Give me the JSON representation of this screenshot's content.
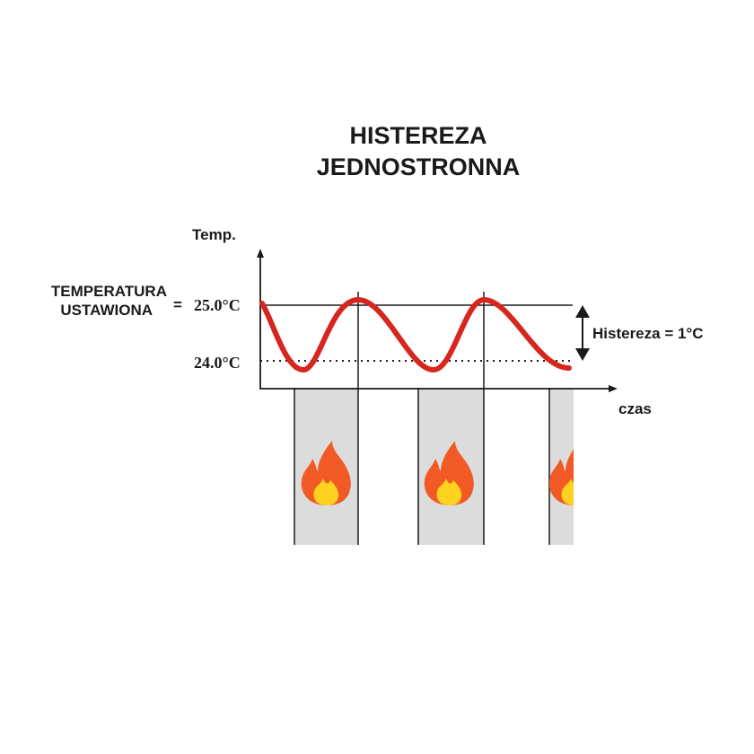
{
  "title": {
    "line1": "HISTEREZA",
    "line2": "JEDNOSTRONNA"
  },
  "y_axis_label": "Temp.",
  "x_axis_label": "czas",
  "setpoint_label": {
    "line1": "TEMPERATURA",
    "line2": "USTAWIONA",
    "equals": "="
  },
  "upper_temp": "25.0°C",
  "lower_temp": "24.0°C",
  "hysteresis_label": "Histereza = 1°C",
  "colors": {
    "curve": "#d7261e",
    "heating_band": "#dcdcdc",
    "axis": "#1a1a1a",
    "flame_outer": "#f15a24",
    "flame_inner": "#ffd21f"
  },
  "icons": [
    "flame-icon",
    "flame-icon",
    "flame-icon"
  ]
}
